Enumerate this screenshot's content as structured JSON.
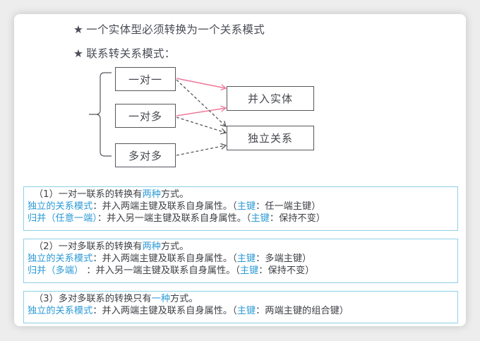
{
  "headings": [
    {
      "star": "★",
      "text": "一个实体型必须转换为一个关系模式"
    },
    {
      "star": "★",
      "text": "联系转关系模式："
    }
  ],
  "diagram": {
    "sources": [
      "一对一",
      "一对多",
      "多对多"
    ],
    "targets": [
      "并入实体",
      "独立关系"
    ],
    "edges": [
      {
        "from": "一对一",
        "to": "并入实体",
        "style": "solid",
        "color": "#ee7a9a"
      },
      {
        "from": "一对一",
        "to": "独立关系",
        "style": "dashed",
        "color": "#55575d"
      },
      {
        "from": "一对多",
        "to": "并入实体",
        "style": "solid",
        "color": "#ee7a9a"
      },
      {
        "from": "一对多",
        "to": "独立关系",
        "style": "dashed",
        "color": "#55575d"
      },
      {
        "from": "多对多",
        "to": "独立关系",
        "style": "dashed",
        "color": "#55575d"
      }
    ]
  },
  "rules": [
    {
      "title_pre": "（1）一对一联系的转换有",
      "title_hl": "两种",
      "title_post": "方式。",
      "lines": [
        {
          "label": "独立的关系模式",
          "sep": "：",
          "body": "并入两端主键及联系自身属性。（",
          "key_label": "主键",
          "key_sep": "：",
          "key_value": "任一端主键）"
        },
        {
          "label": "归并（任意一端）",
          "sep": "：",
          "body": "并入另一端主键及联系自身属性。（",
          "key_label": "主键",
          "key_sep": "：",
          "key_value": "保持不变）"
        }
      ]
    },
    {
      "title_pre": "（2）一对多联系的转换有",
      "title_hl": "两种",
      "title_post": "方式。",
      "lines": [
        {
          "label": "独立的关系模式",
          "sep": "：",
          "body": "并入两端主键及联系自身属性。（",
          "key_label": "主键",
          "key_sep": "：",
          "key_value": "多端主键）"
        },
        {
          "label": "归并（多端）",
          "sep": " ：",
          "body": "并入另一端主键及联系自身属性。（",
          "key_label": "主键",
          "key_sep": "：",
          "key_value": "保持不变）"
        }
      ]
    },
    {
      "title_pre": "（3）多对多联系的转换只有",
      "title_hl": "一种",
      "title_post": "方式。",
      "lines": [
        {
          "label": "独立的关系模式",
          "sep": "：",
          "body": "并入两端主键及联系自身属性。（",
          "key_label": "主键",
          "key_sep": "：",
          "key_value": "两端主键的组合键）"
        }
      ]
    }
  ],
  "colors": {
    "text": "#45474d",
    "highlight_blue": "#2d9ad6",
    "box_border_blue": "#8fd0e8",
    "arrow_pink": "#ee7a9a"
  }
}
